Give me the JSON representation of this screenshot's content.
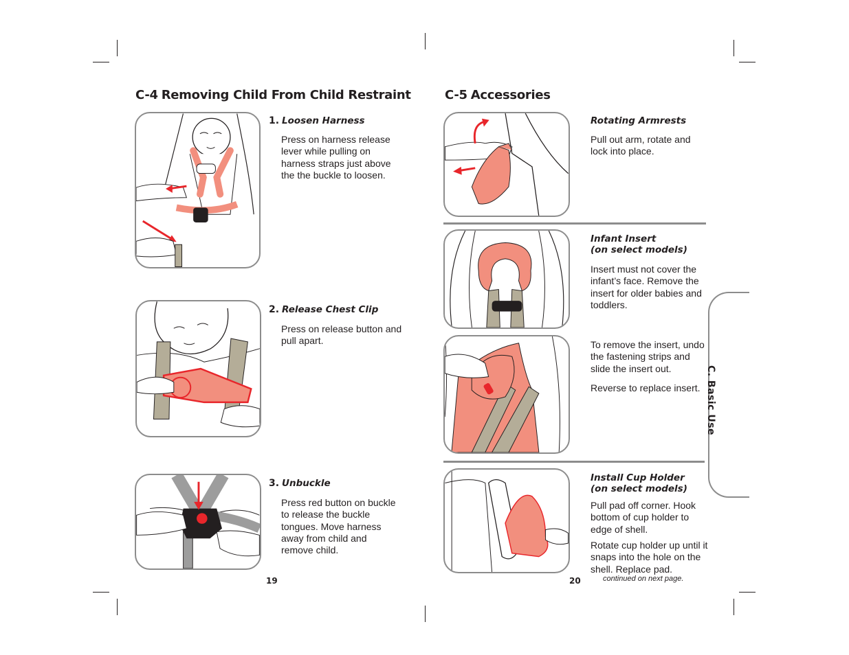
{
  "left_page": {
    "section_code": "C-4",
    "section_title": "Removing Child From Child Restraint",
    "steps": [
      {
        "number": "1.",
        "title": "Loosen Harness",
        "text": "Press on harness release lever while pulling on harness straps just above the the buckle to loosen."
      },
      {
        "number": "2.",
        "title": "Release Chest Clip",
        "text": "Press on release button and pull apart."
      },
      {
        "number": "3.",
        "title": "Unbuckle",
        "text": "Press red button on buckle to release the buckle tongues.  Move harness away from child and remove child."
      }
    ],
    "page_number": "19"
  },
  "right_page": {
    "section_code": "C-5",
    "section_title": "Accessories",
    "items": [
      {
        "title": "Rotating Armrests",
        "paragraphs": [
          "Pull out arm, rotate and lock into place."
        ]
      },
      {
        "title": "Infant Insert",
        "subtitle": "(on select models)",
        "paragraphs": [
          "Insert must not cover the infant’s face. Remove the insert for older babies and toddlers."
        ]
      },
      {
        "paragraphs": [
          "To remove the insert, undo the fastening strips and slide the insert out.",
          "Reverse to replace insert."
        ]
      },
      {
        "title": "Install Cup Holder",
        "subtitle": "(on select models)",
        "paragraphs": [
          "Pull pad off corner.  Hook bottom of cup holder to edge of shell.",
          "Rotate cup holder up until it snaps into the hole on the shell.  Replace pad."
        ]
      }
    ],
    "continued_note": "continued on next page.",
    "page_number": "20",
    "side_tab": "C. Basic Use"
  },
  "illustrations": [
    {
      "name": "loosen-harness-illustration"
    },
    {
      "name": "release-chest-clip-illustration"
    },
    {
      "name": "unbuckle-illustration"
    },
    {
      "name": "rotating-armrest-illustration"
    },
    {
      "name": "infant-insert-illustration"
    },
    {
      "name": "remove-insert-illustration"
    },
    {
      "name": "cup-holder-illustration"
    }
  ],
  "colors": {
    "text": "#231f20",
    "accent_red": "#e8262b",
    "salmon": "#f28f7e",
    "frame_gray": "#8c8c8c",
    "strap_tan": "#b4ad98"
  }
}
